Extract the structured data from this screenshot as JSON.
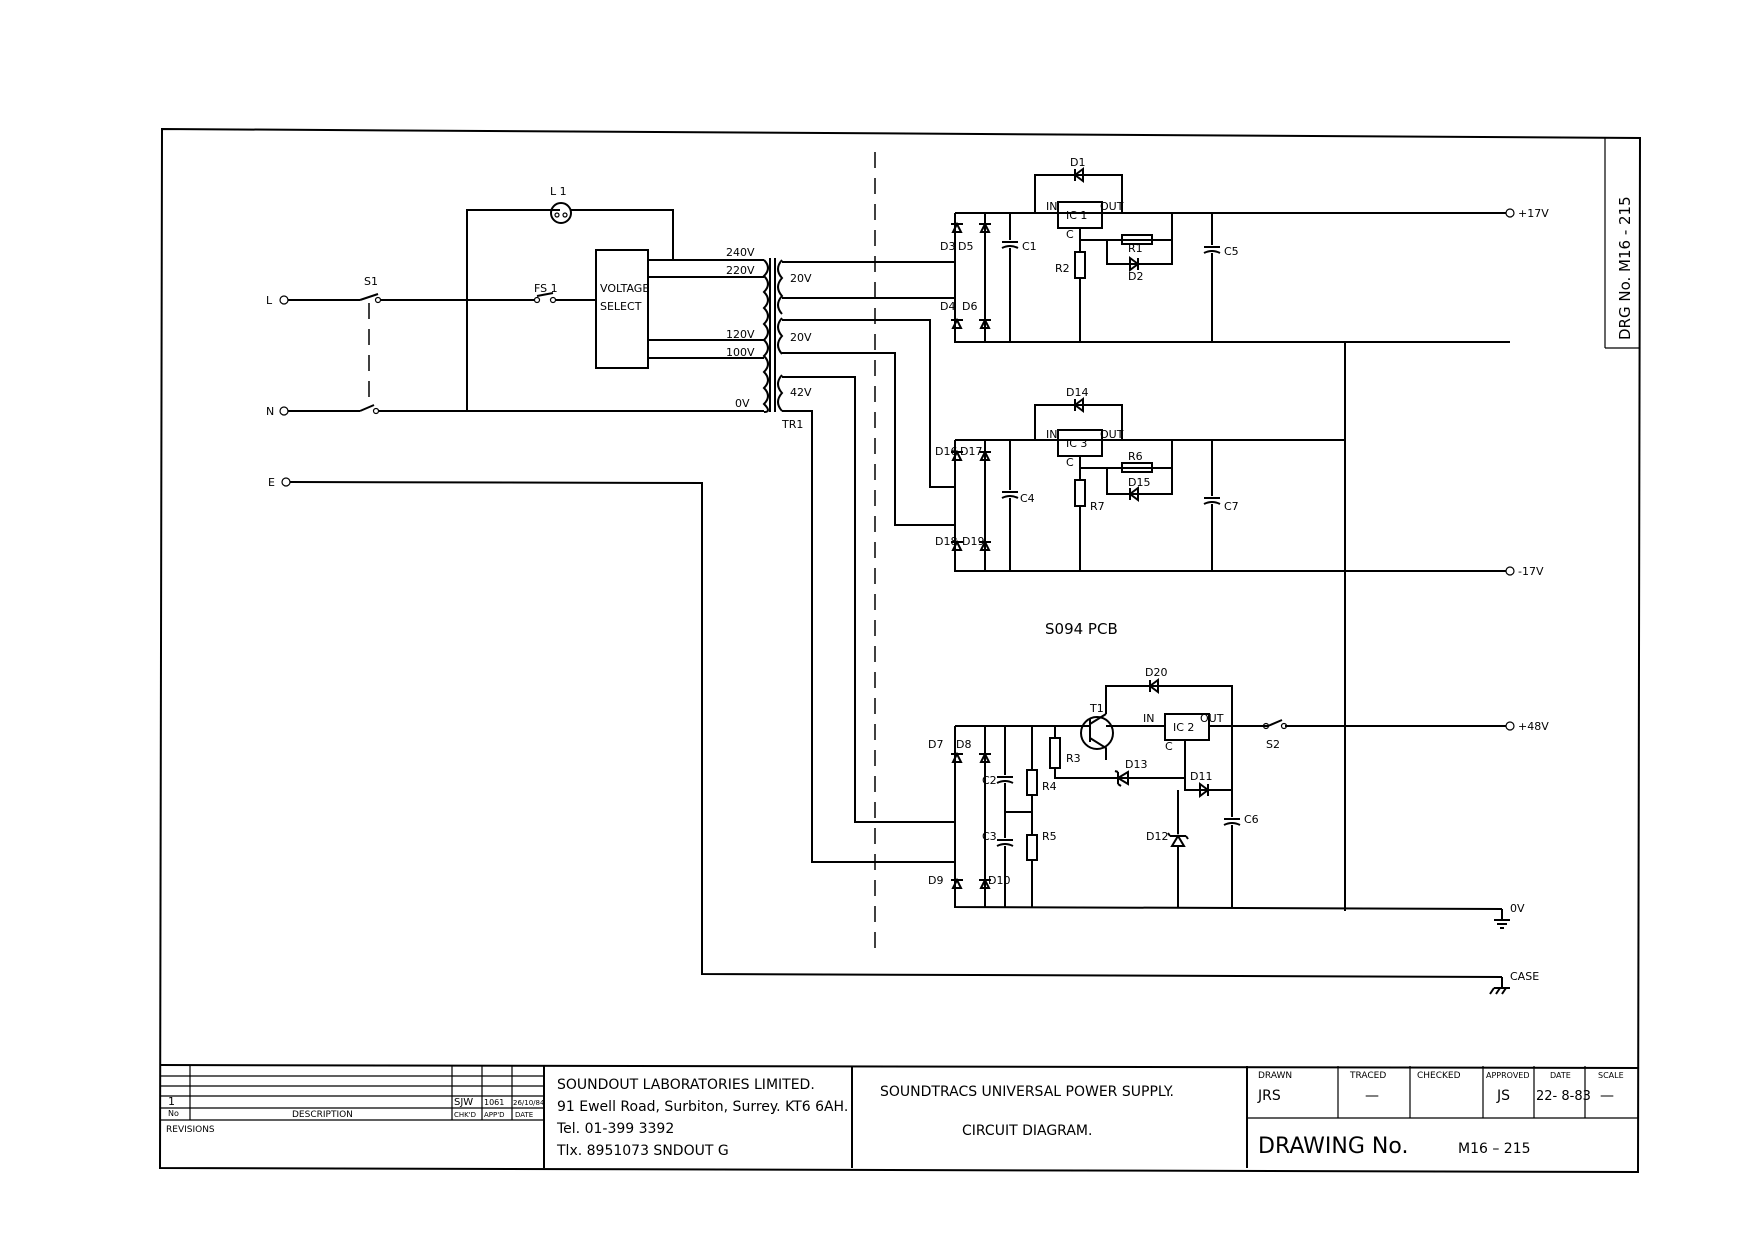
{
  "drawing": {
    "side_label": "DRG No. M16 - 215",
    "pcb_label": "S094 PCB",
    "inputs": {
      "live": "L",
      "neutral": "N",
      "earth": "E"
    },
    "outputs": {
      "pos17": "+17V",
      "neg17": "-17V",
      "pos48": "+48V",
      "zero": "0V",
      "case": "CASE"
    },
    "mains": {
      "switch": "S1",
      "fuse": "FS 1",
      "lamp": "L 1",
      "selector_line1": "VOLTAGE",
      "selector_line2": "SELECT",
      "taps": [
        "240V",
        "220V",
        "120V",
        "100V",
        "0V"
      ],
      "transformer": "TR1",
      "secondaries": [
        "20V",
        "20V",
        "42V"
      ]
    },
    "reg_pos": {
      "ic": "IC 1",
      "in": "IN",
      "out": "OUT",
      "c": "C",
      "d_bypass": "D1",
      "d_left": "D3",
      "d_mid": "D5",
      "d_bl": "D4",
      "d_br": "D6",
      "cap_in": "C1",
      "cap_out": "C5",
      "r_adj": "R1",
      "r_gnd": "R2",
      "d_adj": "D2"
    },
    "reg_neg": {
      "ic": "IC 3",
      "in": "IN",
      "out": "OUT",
      "c": "C",
      "d_bypass": "D14",
      "d_left": "D16",
      "d_mid": "D17",
      "d_bl": "D18",
      "d_br": "D19",
      "cap_in": "C4",
      "cap_out": "C7",
      "r_adj": "R6",
      "r_gnd": "R7",
      "d_adj": "D15"
    },
    "reg_48": {
      "ic": "IC 2",
      "in": "IN",
      "out": "OUT",
      "c": "C",
      "d_bypass": "D20",
      "transistor": "T1",
      "d_tl": "D7",
      "d_tr": "D8",
      "d_bl": "D9",
      "d_br": "D10",
      "cap_a": "C2",
      "cap_b": "C3",
      "r3": "R3",
      "r4": "R4",
      "r5": "R5",
      "d13": "D13",
      "d11": "D11",
      "d12": "D12",
      "cap_out": "C6",
      "switch": "S2"
    }
  },
  "title_block": {
    "revision_no": "1",
    "revision_initials": "SJW",
    "revision_appd": "1061",
    "revision_date": "26/10/84",
    "rev_header_no": "No",
    "rev_header_desc": "DESCRIPTION",
    "rev_header_chkd": "CHK'D",
    "rev_header_appd": "APP'D",
    "rev_header_date": "DATE",
    "revisions_label": "REVISIONS",
    "company_name": "SOUNDOUT LABORATORIES LIMITED.",
    "company_address": "91 Ewell Road, Surbiton, Surrey. KT6 6AH.",
    "company_tel": "Tel.   01-399 3392",
    "company_tlx": "Tlx.   8951073  SNDOUT  G",
    "title_line1": "SOUNDTRACS   UNIVERSAL   POWER   SUPPLY.",
    "title_line2": "CIRCUIT    DIAGRAM.",
    "h_drawn": "DRAWN",
    "h_traced": "TRACED",
    "h_checked": "CHECKED",
    "h_approved": "APPROVED",
    "h_date": "DATE",
    "h_scale": "SCALE",
    "v_drawn": "JRS",
    "v_traced": "—",
    "v_checked": "",
    "v_approved": "JS",
    "v_date": "22- 8-83",
    "v_scale": "—",
    "drawing_no_label": "DRAWING No.",
    "drawing_no_value": "M16  –  215"
  }
}
